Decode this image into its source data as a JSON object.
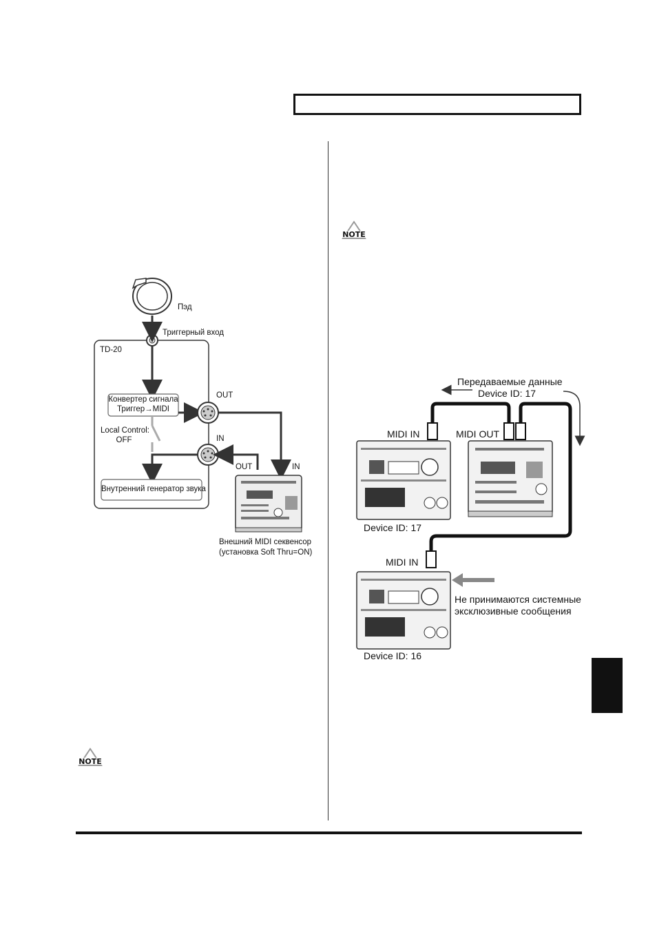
{
  "icons": {
    "note_text": "NOTE"
  },
  "diagram1": {
    "pad_label": "Пэд",
    "trigger_input_label": "Триггерный вход",
    "module_label": "TD-20",
    "converter_line1": "Конвертер сигнала",
    "converter_line2": "Триггер→MIDI",
    "local_control_line1": "Local Control:",
    "local_control_line2": "OFF",
    "internal_generator": "Внутренний генератор звука",
    "out_port_label": "OUT",
    "in_port_label": "IN",
    "seq_out_label": "OUT",
    "seq_in_label": "IN",
    "sequencer_line1": "Внешний MIDI секвенсор",
    "sequencer_line2": "(установка Soft Thru=ON)"
  },
  "diagram2": {
    "transmitted_line1": "Передаваемые данные",
    "transmitted_line2": "Device ID: 17",
    "midi_in_top": "MIDI IN",
    "midi_out": "MIDI OUT",
    "device_id_top": "Device ID: 17",
    "midi_in_bottom": "MIDI IN",
    "not_received_line1": "Не принимаются системные",
    "not_received_line2": "эксклюзивные сообщения",
    "device_id_bottom": "Device ID: 16"
  }
}
